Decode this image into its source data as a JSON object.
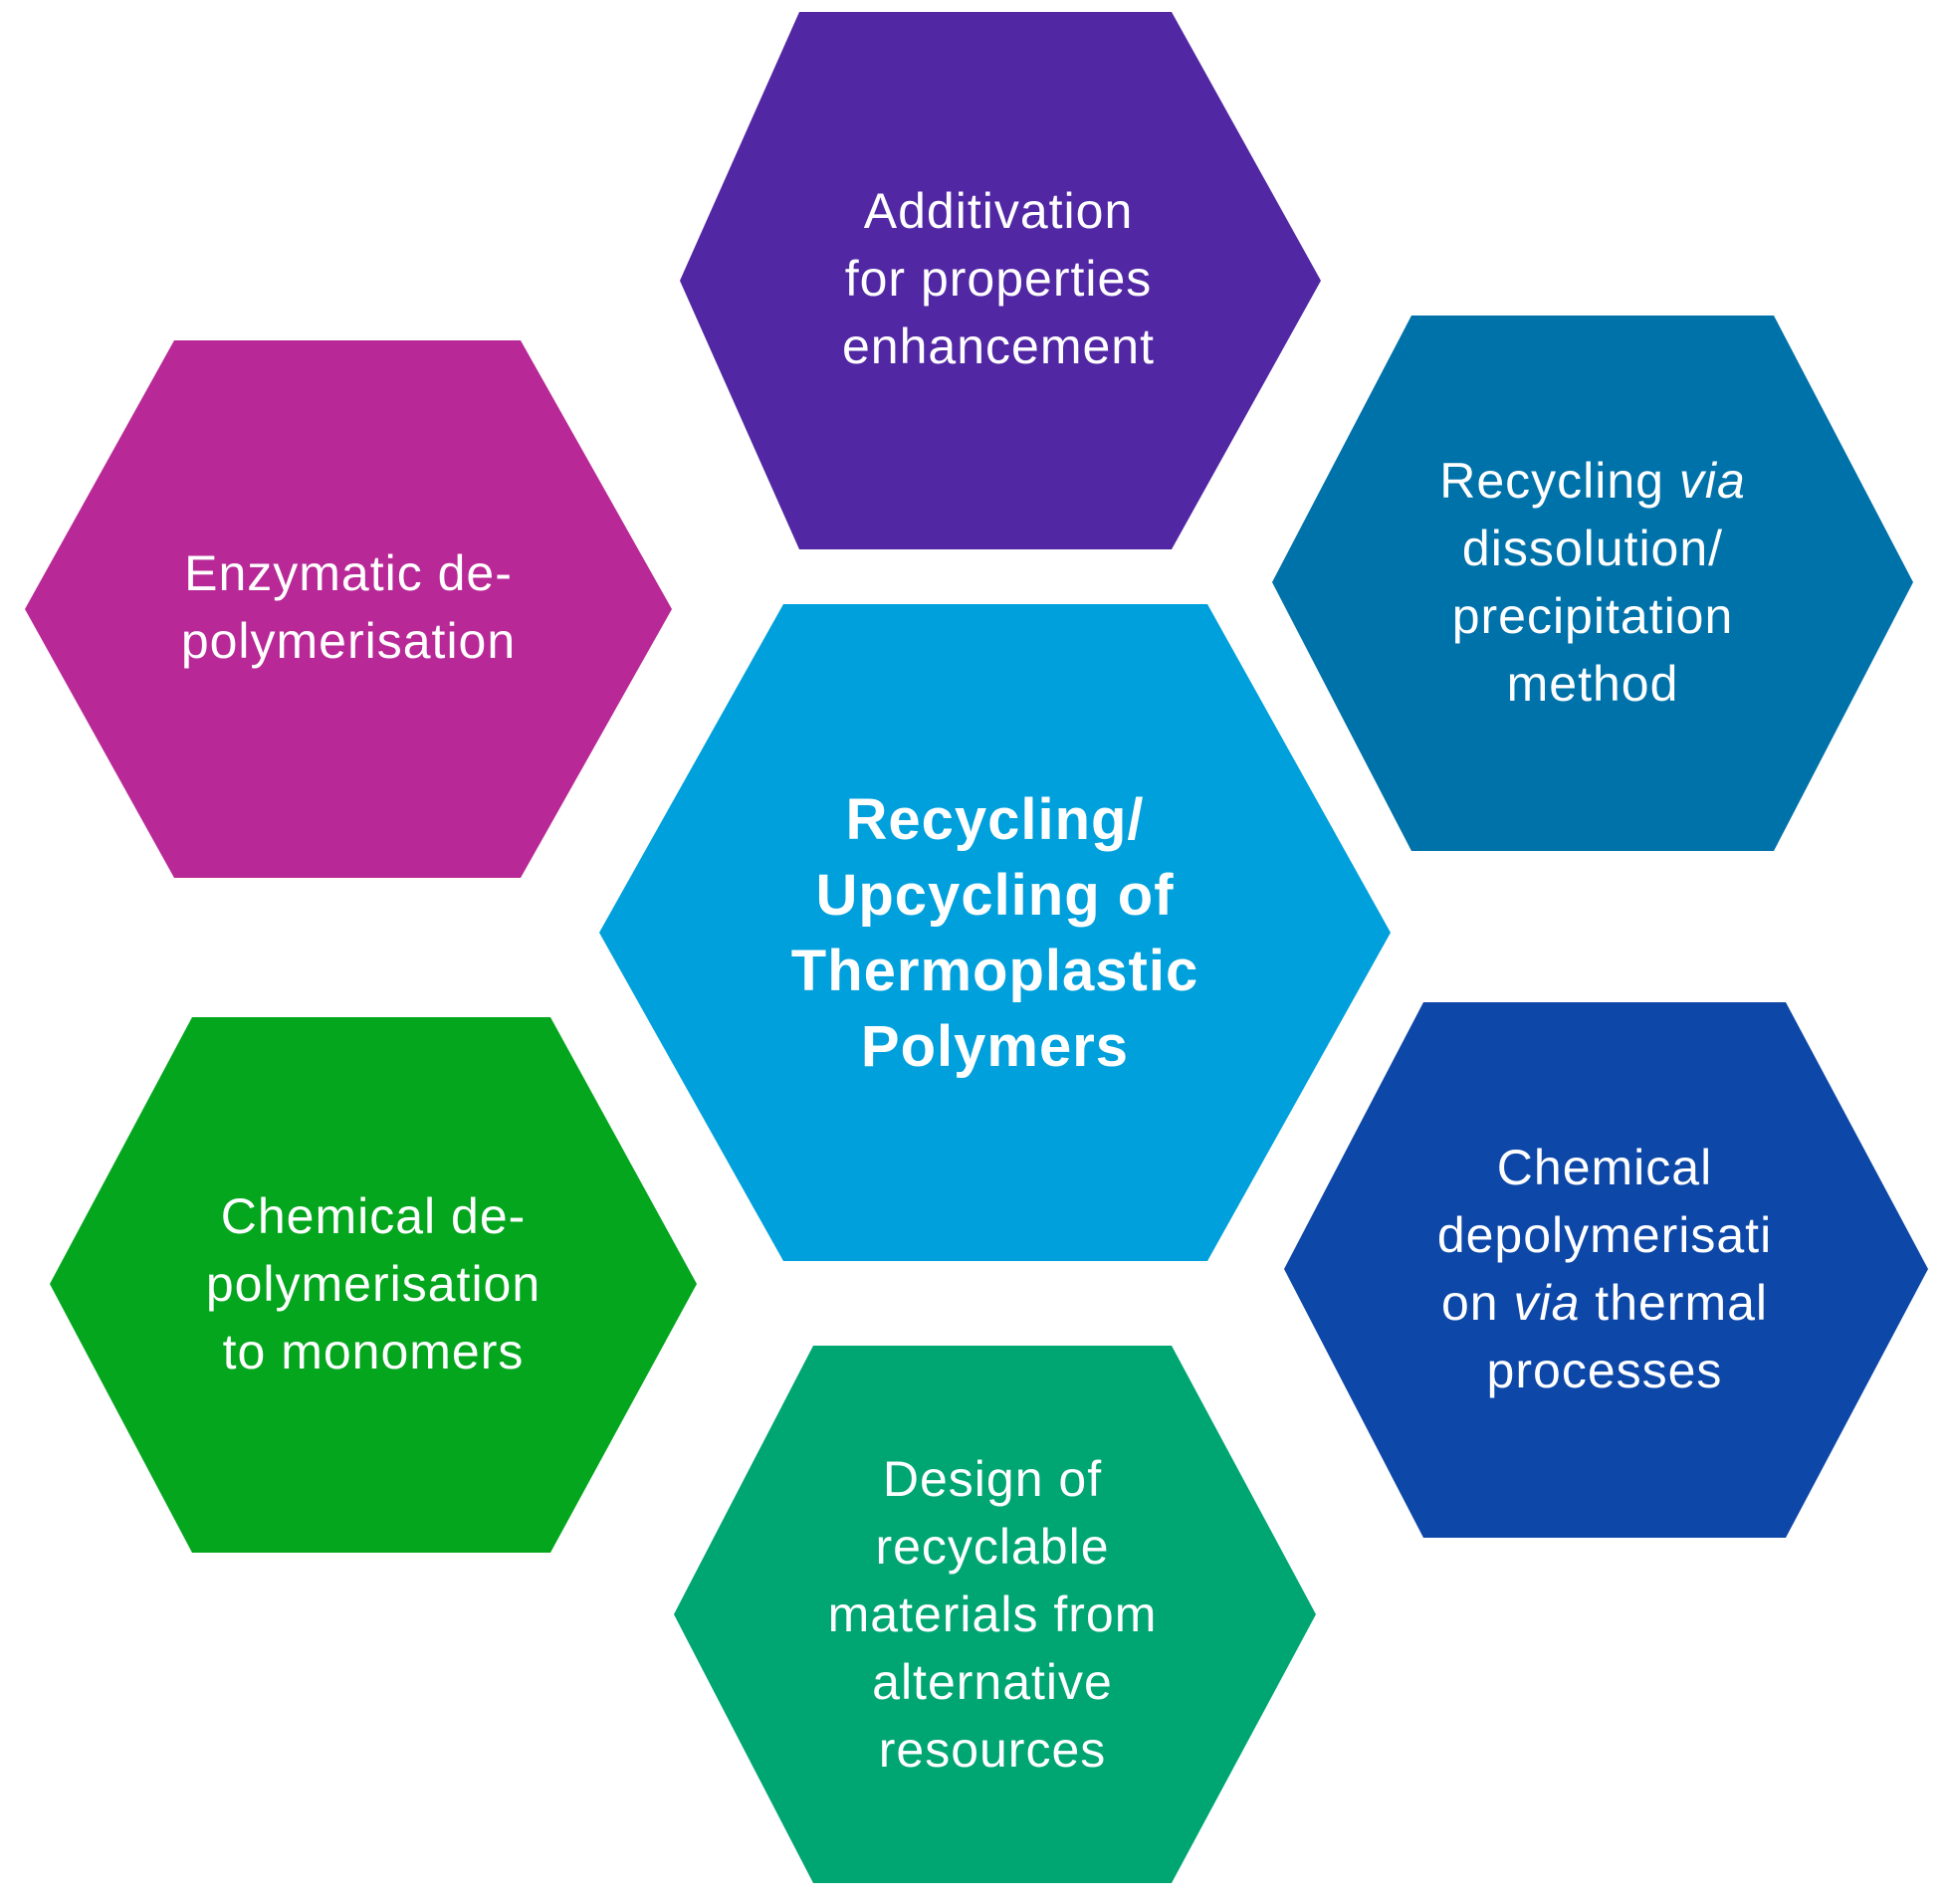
{
  "diagram": {
    "center": {
      "color": "#00a0dc",
      "lines": [
        "Recycling/",
        "Upcycling of",
        "Thermoplastic",
        "Polymers"
      ]
    },
    "nodes": [
      {
        "id": "additivation",
        "color": "#5227a4",
        "lines": [
          "Additivation",
          "for properties",
          "enhancement"
        ]
      },
      {
        "id": "dissolution",
        "color": "#0072aa",
        "lines": [
          "Recycling via",
          "dissolution/",
          "precipitation",
          "method"
        ]
      },
      {
        "id": "thermal",
        "color": "#0d47a8",
        "lines": [
          "Chemical",
          "depolymerisati",
          "on via thermal",
          "processes"
        ]
      },
      {
        "id": "design",
        "color": "#00a672",
        "lines": [
          "Design of",
          "recyclable",
          "materials from",
          "alternative",
          "resources"
        ]
      },
      {
        "id": "chemical-monomers",
        "color": "#04a61e",
        "lines": [
          "Chemical de-",
          "polymerisation",
          "to monomers"
        ]
      },
      {
        "id": "enzymatic",
        "color": "#b82997",
        "lines": [
          "Enzymatic de-",
          "polymerisation"
        ]
      }
    ]
  }
}
